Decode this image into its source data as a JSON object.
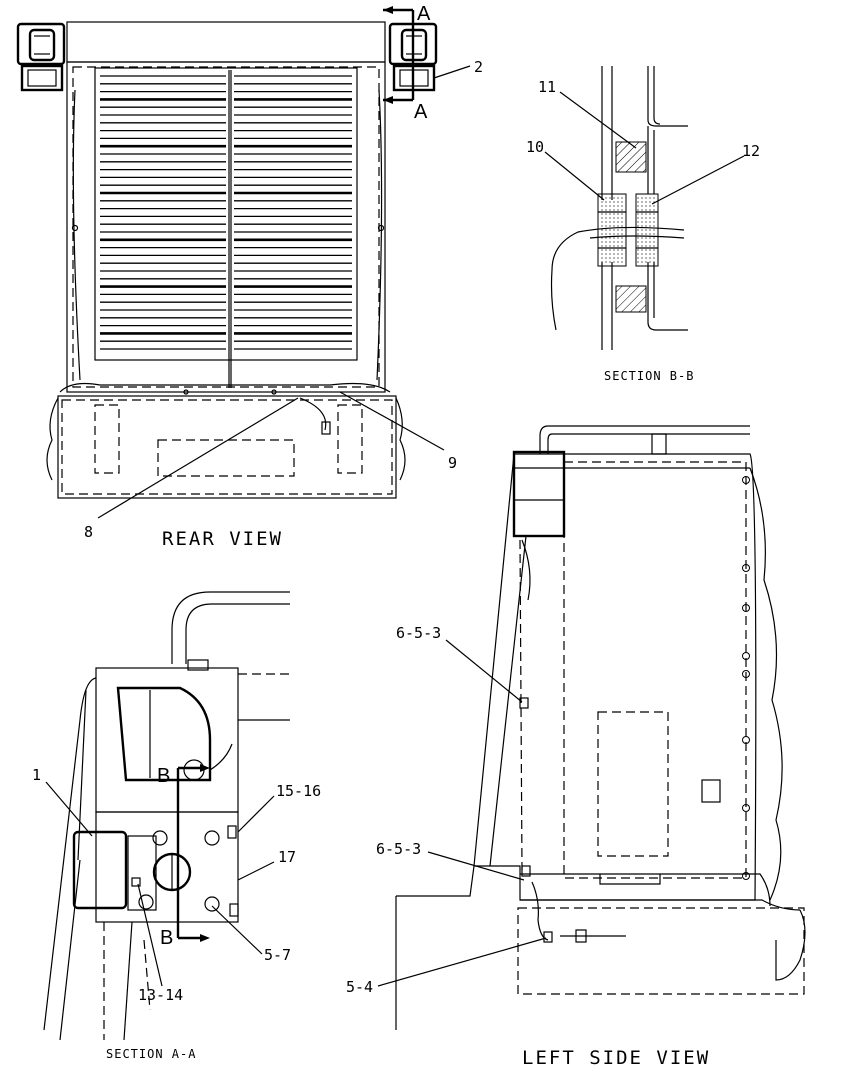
{
  "captions": {
    "rear_view": "REAR VIEW",
    "section_bb": "SECTION B-B",
    "section_aa": "SECTION A-A",
    "left_side_view": "LEFT SIDE VIEW"
  },
  "section_markers": {
    "a_top": "A",
    "a_bottom": "A",
    "b_top": "B",
    "b_bottom": "B"
  },
  "callouts": {
    "c1": "1",
    "c2": "2",
    "c8": "8",
    "c9": "9",
    "c10": "10",
    "c11": "11",
    "c12": "12",
    "c13_14": "13-14",
    "c15_16": "15-16",
    "c17": "17",
    "c5_7": "5-7",
    "c6_5_3_top": "6-5-3",
    "c6_5_3_bottom": "6-5-3",
    "c5_4": "5-4"
  }
}
